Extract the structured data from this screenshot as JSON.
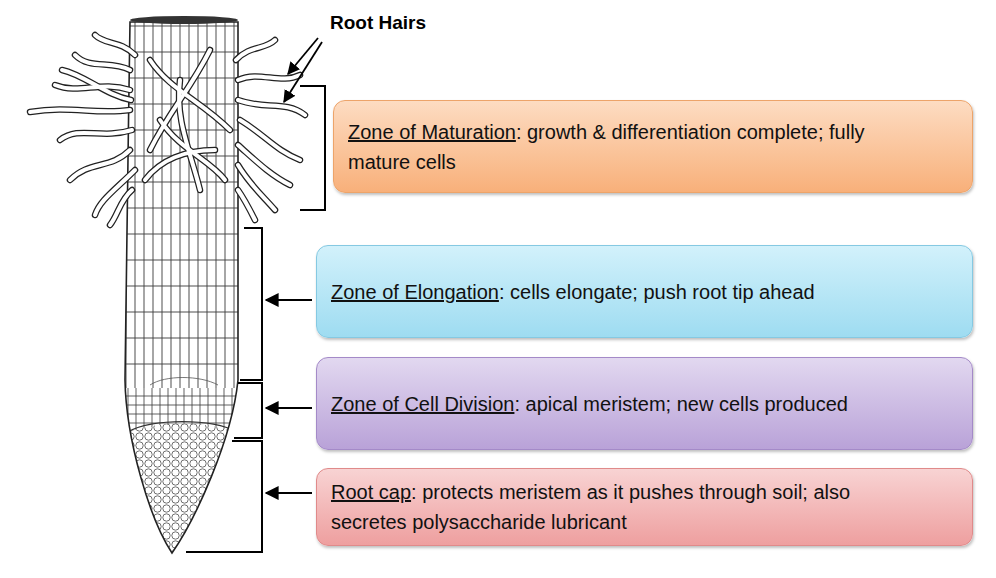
{
  "diagram": {
    "nodes": [
      {
        "text": [
          "Zone of Maturation",
          ": growth & differentiation complete; fully mature cells"
        ]
      },
      {
        "text": [
          "Zone of Elongation",
          ": cells elongate; push root tip ahead"
        ]
      },
      {
        "text": [
          "Zone of Cell Division",
          ": apical meristem; new cells produced"
        ]
      },
      {
        "text": [
          "Root cap",
          ": protects meristem as it pushes through soil; also secretes polysaccharide lubricant"
        ]
      }
    ],
    "labels": [
      "Root Hairs"
    ]
  }
}
